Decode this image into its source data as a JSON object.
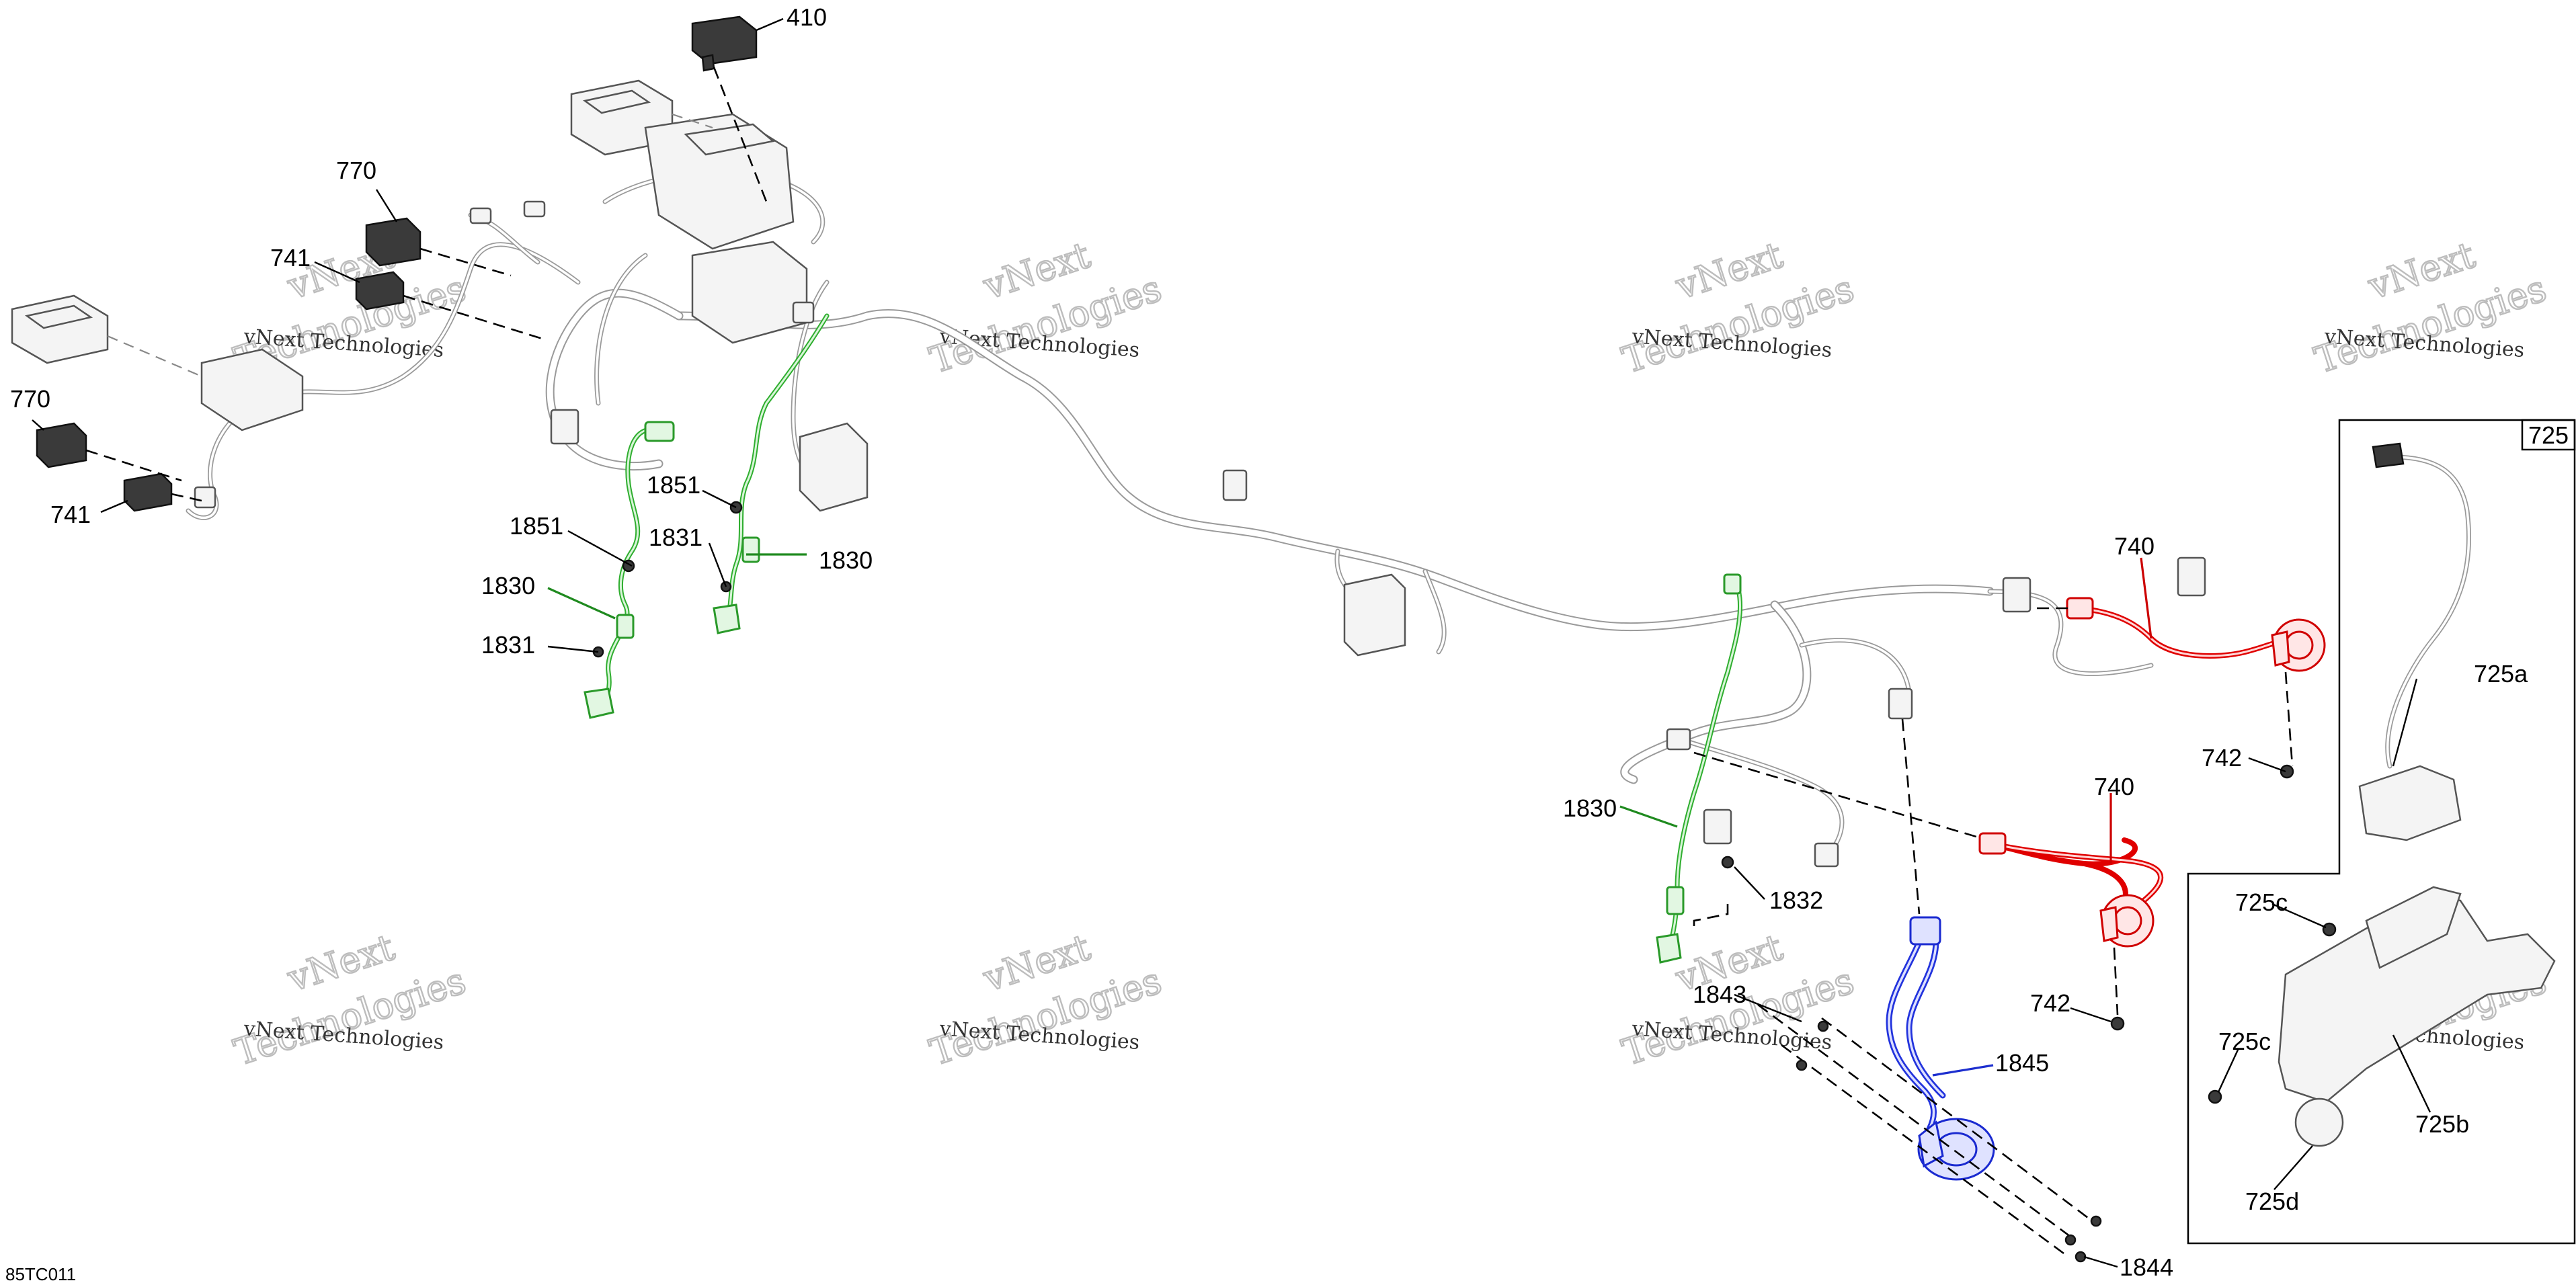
{
  "diagram": {
    "code": "85TC011",
    "watermark": {
      "primary": "vNext",
      "secondary": "Technologies",
      "combined": "vNext Technologies"
    },
    "callouts": {
      "p410": "410",
      "p770a": "770",
      "p741a": "741",
      "p770b": "770",
      "p741b": "741",
      "p1851a": "1851",
      "p1830a": "1830",
      "p1831a": "1831",
      "p1851b": "1851",
      "p1831b": "1831",
      "p1830b": "1830",
      "p740a": "740",
      "p742a": "742",
      "p1830c": "1830",
      "p1832": "1832",
      "p740b": "740",
      "p742b": "742",
      "p1843": "1843",
      "p1845": "1845",
      "p1844": "1844"
    },
    "kit": {
      "number": "725",
      "parts": {
        "a": "725a",
        "b": "725b",
        "c_top": "725c",
        "c_left": "725c",
        "d": "725d"
      }
    },
    "colors": {
      "green": "#2fae2f",
      "red": "#e00000",
      "blue": "#2233dd",
      "harness": "#9a9a9a"
    }
  }
}
